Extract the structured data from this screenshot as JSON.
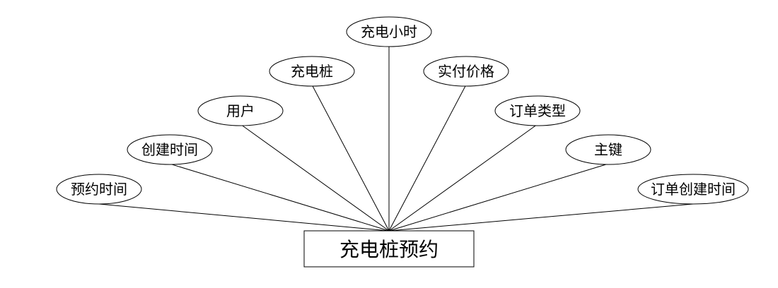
{
  "entity": "充电桩预约",
  "attributes": {
    "charging_hours": "充电小时",
    "charging_pile": "充电桩",
    "actual_price": "实付价格",
    "user": "用户",
    "order_type": "订单类型",
    "create_time": "创建时间",
    "primary_key": "主键",
    "reservation_time": "预约时间",
    "order_create_time": "订单创建时间"
  },
  "colors": {
    "stroke": "#000000",
    "background": "#ffffff"
  }
}
